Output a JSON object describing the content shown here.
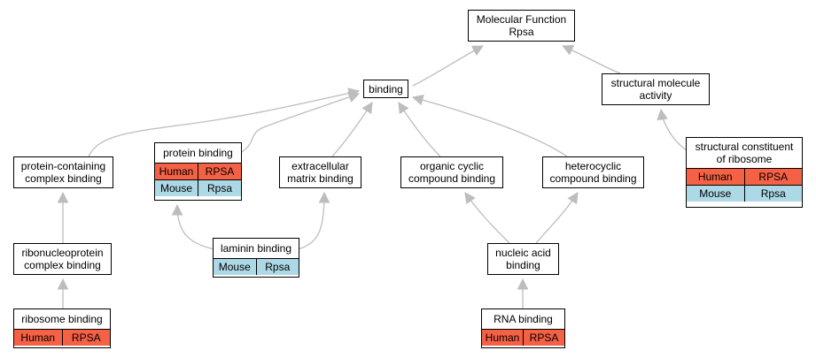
{
  "colors": {
    "human": "#f46145",
    "mouse": "#add8e6",
    "edge": "#bdbdbd",
    "border": "#000000"
  },
  "nodes": {
    "mf": {
      "label": "Molecular Function\nRpsa"
    },
    "binding": {
      "label": "binding"
    },
    "sma": {
      "label": "structural molecule\nactivity"
    },
    "scr": {
      "label": "structural constituent\nof ribosome",
      "rows": [
        {
          "species": "Human",
          "gene": "RPSA"
        },
        {
          "species": "Mouse",
          "gene": "Rpsa"
        }
      ]
    },
    "pcb": {
      "label": "protein-containing\ncomplex binding"
    },
    "pb": {
      "label": "protein binding",
      "rows": [
        {
          "species": "Human",
          "gene": "RPSA"
        },
        {
          "species": "Mouse",
          "gene": "Rpsa"
        }
      ]
    },
    "emb": {
      "label": "extracellular\nmatrix binding"
    },
    "occb": {
      "label": "organic cyclic\ncompound binding"
    },
    "hcb": {
      "label": "heterocyclic\ncompound binding"
    },
    "rnpcb": {
      "label": "ribonucleoprotein\ncomplex binding"
    },
    "lb": {
      "label": "laminin binding",
      "rows": [
        {
          "species": "Mouse",
          "gene": "Rpsa"
        }
      ]
    },
    "nab": {
      "label": "nucleic acid\nbinding"
    },
    "rb": {
      "label": "ribosome binding",
      "rows": [
        {
          "species": "Human",
          "gene": "RPSA"
        }
      ]
    },
    "rnab": {
      "label": "RNA binding",
      "rows": [
        {
          "species": "Human",
          "gene": "RPSA"
        }
      ]
    }
  }
}
